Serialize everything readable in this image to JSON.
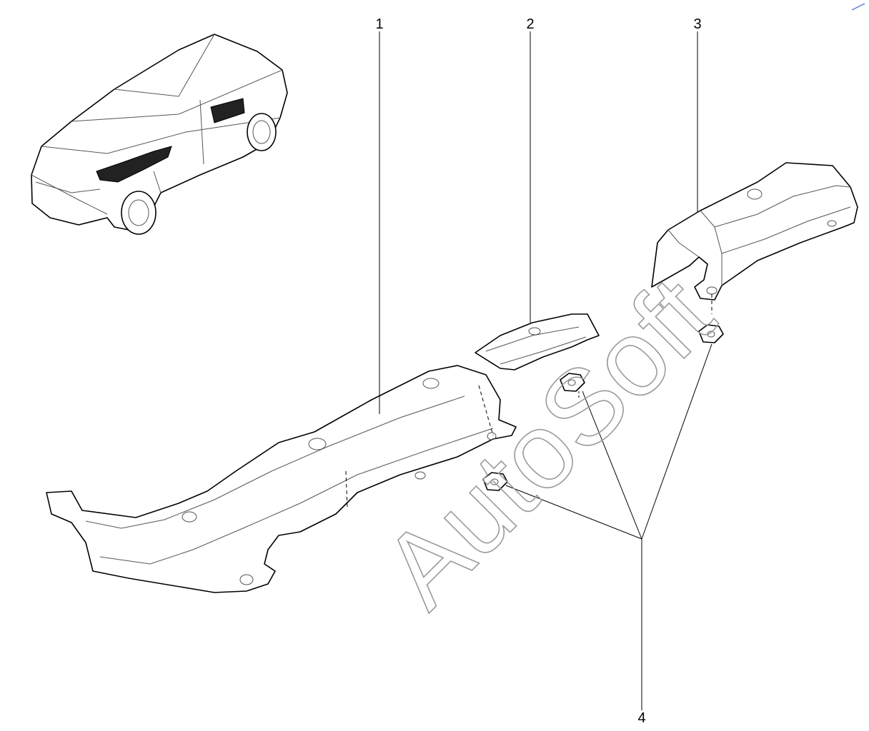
{
  "callouts": {
    "part1": "1",
    "part2": "2",
    "part3": "3",
    "part4": "4"
  },
  "watermark": "AutoSoft",
  "colors": {
    "line": "#000000",
    "watermark": "#9a9a9a",
    "background": "#ffffff"
  }
}
